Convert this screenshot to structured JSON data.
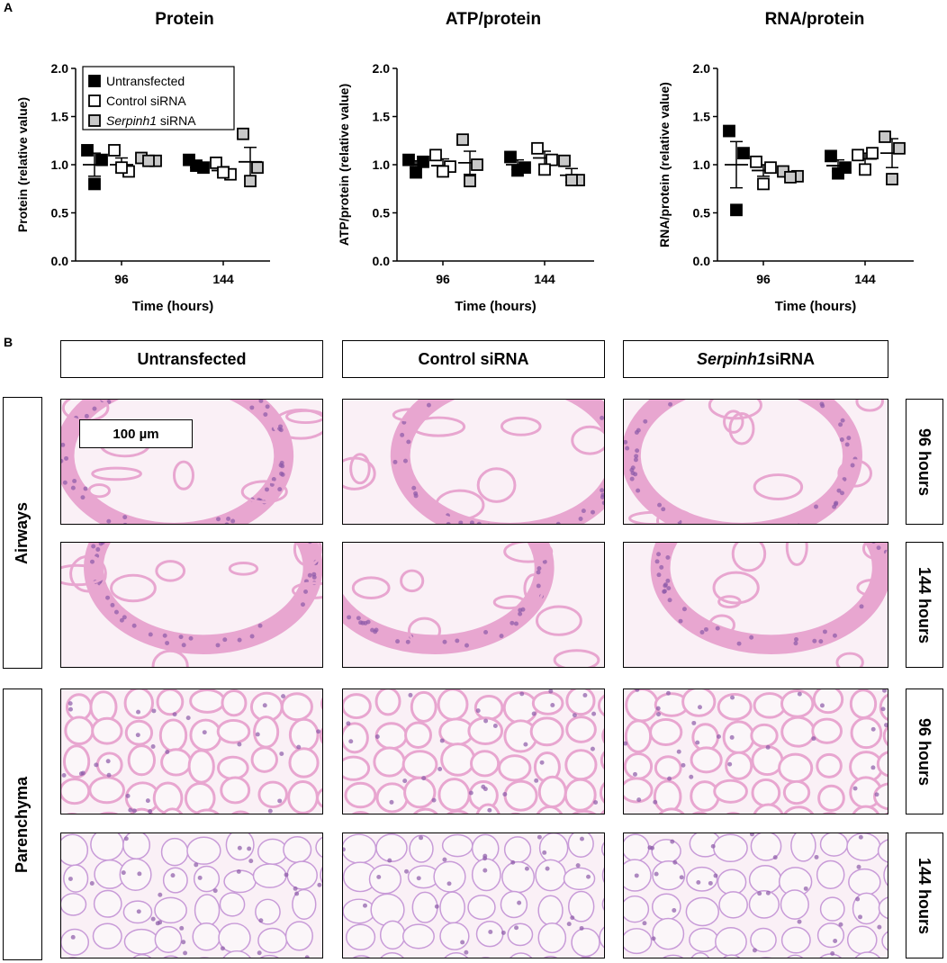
{
  "panel_labels": {
    "a": "A",
    "b": "B"
  },
  "legend": {
    "items": [
      {
        "label": "Untransfected",
        "fill": "#000000"
      },
      {
        "label": "Control siRNA",
        "fill": "#ffffff"
      },
      {
        "label_italic": "Serpinh1",
        "label_rest": " siRNA",
        "fill": "#c8c8c8"
      }
    ]
  },
  "chart_data": [
    {
      "type": "scatter",
      "title": "Protein",
      "ylabel": "Protein (relative value)",
      "xlabel": "Time (hours)",
      "ylim": [
        0,
        2.0
      ],
      "yticks": [
        "0.0",
        "0.5",
        "1.0",
        "1.5",
        "2.0"
      ],
      "categories": [
        "96",
        "144"
      ],
      "series": [
        {
          "name": "Untransfected",
          "fill": "#000000",
          "groups": [
            {
              "mean": 1.0,
              "sem": 0.12,
              "points": [
                1.15,
                1.05,
                0.8
              ]
            },
            {
              "mean": 1.0,
              "sem": 0.03,
              "points": [
                1.05,
                0.97,
                0.99
              ]
            }
          ]
        },
        {
          "name": "Control siRNA",
          "fill": "#ffffff",
          "groups": [
            {
              "mean": 1.0,
              "sem": 0.07,
              "points": [
                1.15,
                0.93,
                0.97
              ]
            },
            {
              "mean": 0.94,
              "sem": 0.04,
              "points": [
                1.02,
                0.9,
                0.92
              ]
            }
          ]
        },
        {
          "name": "Serpinh1 siRNA",
          "fill": "#c8c8c8",
          "groups": [
            {
              "mean": 1.05,
              "sem": 0.02,
              "points": [
                1.07,
                1.04,
                1.04
              ]
            },
            {
              "mean": 1.03,
              "sem": 0.15,
              "points": [
                1.32,
                0.97,
                0.83
              ]
            }
          ]
        }
      ]
    },
    {
      "type": "scatter",
      "title": "ATP/protein",
      "ylabel": "ATP/protein (relative value)",
      "xlabel": "Time (hours)",
      "ylim": [
        0,
        2.0
      ],
      "yticks": [
        "0.0",
        "0.5",
        "1.0",
        "1.5",
        "2.0"
      ],
      "categories": [
        "96",
        "144"
      ],
      "series": [
        {
          "name": "Untransfected",
          "fill": "#000000",
          "groups": [
            {
              "mean": 1.0,
              "sem": 0.04,
              "points": [
                1.05,
                1.03,
                0.92
              ]
            },
            {
              "mean": 1.0,
              "sem": 0.05,
              "points": [
                1.08,
                0.97,
                0.94
              ]
            }
          ]
        },
        {
          "name": "Control siRNA",
          "fill": "#ffffff",
          "groups": [
            {
              "mean": 0.99,
              "sem": 0.07,
              "points": [
                1.1,
                0.98,
                0.93
              ]
            },
            {
              "mean": 1.07,
              "sem": 0.07,
              "points": [
                1.17,
                1.05,
                0.95
              ]
            }
          ]
        },
        {
          "name": "Serpinh1 siRNA",
          "fill": "#c8c8c8",
          "groups": [
            {
              "mean": 1.02,
              "sem": 0.12,
              "points": [
                1.26,
                1.0,
                0.83
              ]
            },
            {
              "mean": 0.89,
              "sem": 0.07,
              "points": [
                1.04,
                0.84,
                0.84
              ]
            }
          ]
        }
      ]
    },
    {
      "type": "scatter",
      "title": "RNA/protein",
      "ylabel": "RNA/protein (relative value)",
      "xlabel": "Time (hours)",
      "ylim": [
        0,
        2.0
      ],
      "yticks": [
        "0.0",
        "0.5",
        "1.0",
        "1.5",
        "2.0"
      ],
      "categories": [
        "96",
        "144"
      ],
      "series": [
        {
          "name": "Untransfected",
          "fill": "#000000",
          "groups": [
            {
              "mean": 1.0,
              "sem": 0.24,
              "points": [
                1.35,
                1.12,
                0.53
              ]
            },
            {
              "mean": 0.99,
              "sem": 0.06,
              "points": [
                1.09,
                0.97,
                0.91
              ]
            }
          ]
        },
        {
          "name": "Control siRNA",
          "fill": "#ffffff",
          "groups": [
            {
              "mean": 0.94,
              "sem": 0.06,
              "points": [
                1.03,
                0.97,
                0.8
              ]
            },
            {
              "mean": 1.06,
              "sem": 0.06,
              "points": [
                1.1,
                1.12,
                0.95
              ]
            }
          ]
        },
        {
          "name": "Serpinh1 siRNA",
          "fill": "#c8c8c8",
          "groups": [
            {
              "mean": 0.9,
              "sem": 0.03,
              "points": [
                0.93,
                0.88,
                0.87
              ]
            },
            {
              "mean": 1.12,
              "sem": 0.15,
              "points": [
                1.29,
                1.17,
                0.85
              ]
            }
          ]
        }
      ]
    }
  ],
  "histology": {
    "columns": [
      {
        "label": "Untransfected"
      },
      {
        "label": "Control siRNA"
      },
      {
        "label_italic": "Serpinh1",
        "label_rest": " siRNA"
      }
    ],
    "regions": [
      "Airways",
      "Parenchyma"
    ],
    "timepoints": [
      "96 hours",
      "144 hours",
      "96 hours",
      "144 hours"
    ],
    "scale_bar": "100 µm",
    "stain_colors": {
      "background": "#faf0f6",
      "tissue": "#e8a6d0",
      "nuclei": "#8c5aa8",
      "lumen": "#fbf6f9"
    }
  }
}
